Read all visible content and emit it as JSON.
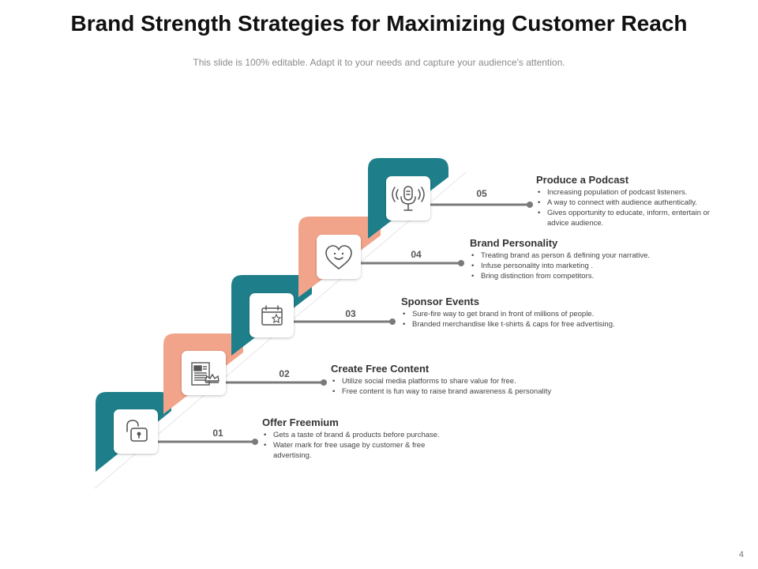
{
  "title": "Brand Strength Strategies for Maximizing Customer Reach",
  "subtitle": "This slide is 100% editable. Adapt it to your needs and capture your audience's attention.",
  "page_number": "4",
  "colors": {
    "teal": "#1e7f8a",
    "salmon": "#f2a48b",
    "connector": "#7a7a7a"
  },
  "steps": [
    {
      "number": "01",
      "heading": "Offer Freemium",
      "icon": "unlock-icon",
      "bullets": [
        "Gets a taste of brand & products before purchase.",
        "Water mark for free usage by customer & free advertising."
      ]
    },
    {
      "number": "02",
      "heading": "Create Free Content",
      "icon": "newspaper-crown-icon",
      "bullets": [
        "Utilize social media platforms to share value for free.",
        "Free content is fun way to raise brand awareness & personality"
      ]
    },
    {
      "number": "03",
      "heading": "Sponsor Events",
      "icon": "calendar-star-icon",
      "bullets": [
        "Sure-fire way to get brand in front of millions of people.",
        "Branded merchandise like t-shirts & caps for free advertising."
      ]
    },
    {
      "number": "04",
      "heading": "Brand Personality",
      "icon": "smiling-heart-icon",
      "bullets": [
        "Treating brand as person & defining your narrative.",
        "Infuse personality into marketing .",
        "Bring distinction from competitors."
      ]
    },
    {
      "number": "05",
      "heading": "Produce a Podcast",
      "icon": "podcast-microphone-icon",
      "bullets": [
        "Increasing population of podcast listeners.",
        "A way to connect with audience authentically.",
        "Gives opportunity to educate, inform, entertain or advice audience."
      ]
    }
  ]
}
